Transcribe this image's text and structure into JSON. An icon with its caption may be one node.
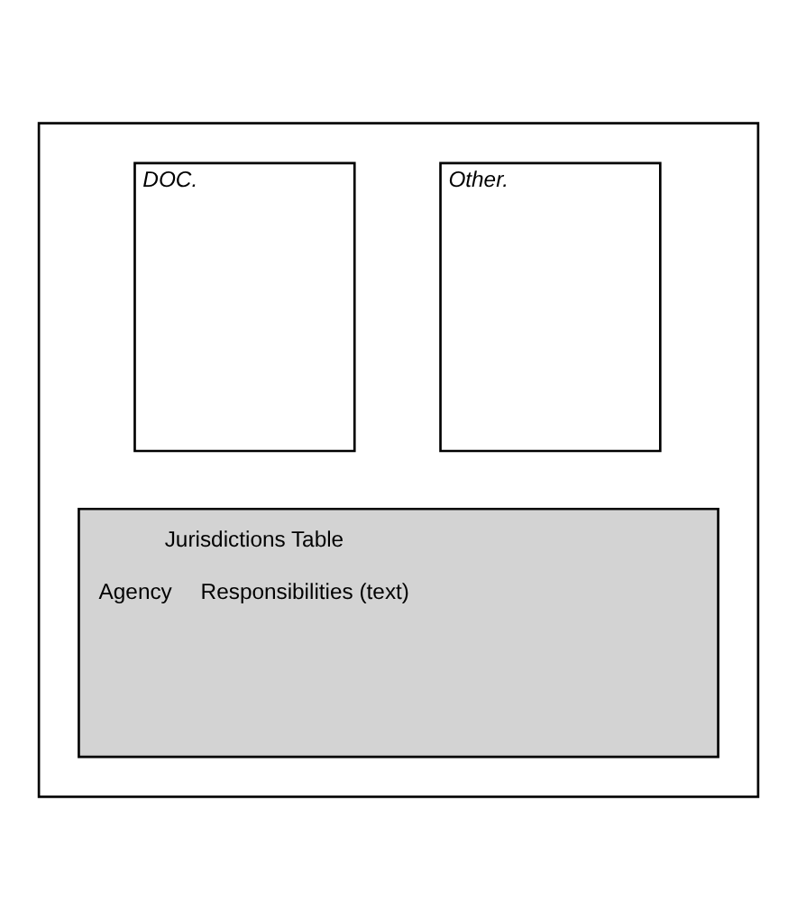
{
  "diagram": {
    "nodes": [
      {
        "text": [],
        "shape": "box"
      },
      {
        "text": [
          "DOC."
        ],
        "in": 0
      },
      {
        "text": [
          "Other."
        ],
        "in": 0
      },
      {
        "text": [
          "Jurisdictions Table",
          "Agency",
          "Responsibilities (text)"
        ],
        "in": 0
      }
    ],
    "edges": []
  }
}
